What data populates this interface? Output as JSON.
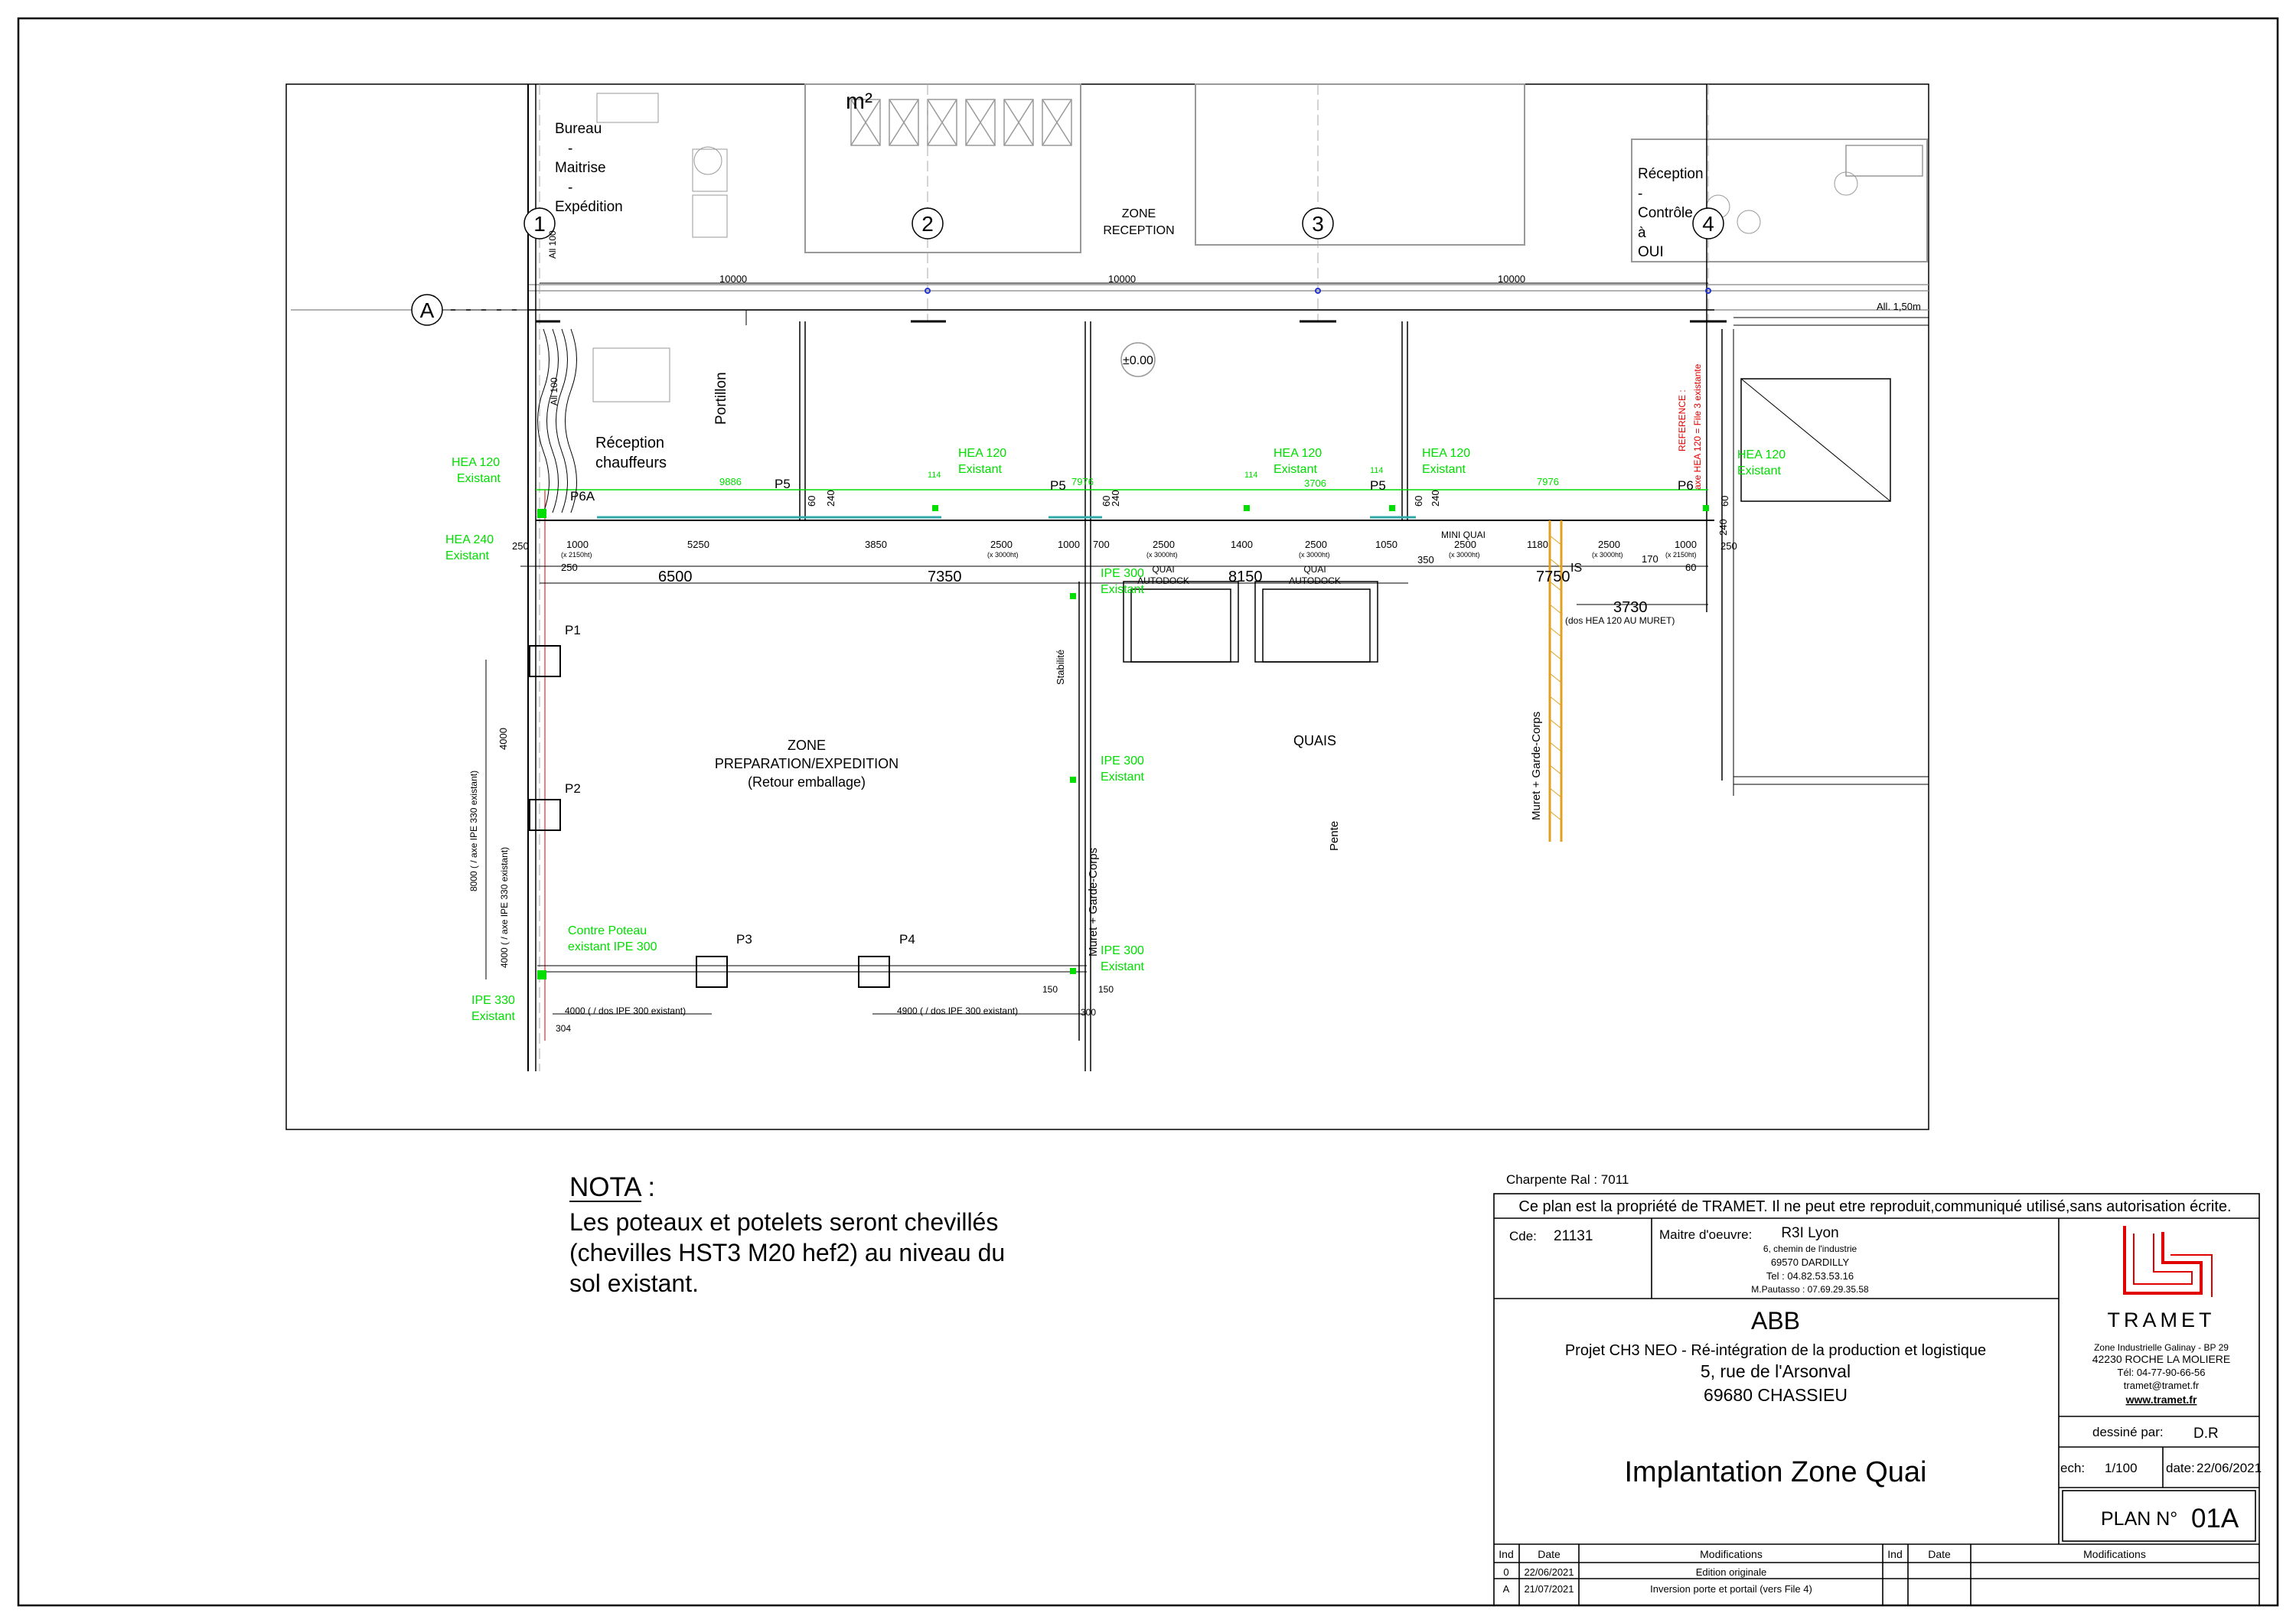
{
  "plan": {
    "axes": {
      "a1": "1",
      "a2": "2",
      "a3": "3",
      "a4": "4",
      "aA": "A"
    },
    "rooms": {
      "bureau": [
        "Bureau",
        "-",
        "Maitrise",
        "-",
        "Expédition"
      ],
      "m2": "m²",
      "zone_reception": [
        "ZONE",
        "RECEPTION"
      ],
      "reception_controle": [
        "Réception",
        "-",
        "Contrôle",
        "à",
        "OUI"
      ],
      "reception_chauffeurs": [
        "Réception",
        "chauffeurs"
      ],
      "portillon": "Portillon",
      "zone_prep": [
        "ZONE",
        "PREPARATION/EXPEDITION",
        "(Retour emballage)"
      ],
      "quais": "QUAIS",
      "pente": "Pente",
      "stabilite": "Stabilité",
      "muret1": "Muret + Garde-Corps",
      "muret2": "Muret + Garde-Corps",
      "level": "±0.00",
      "all100a": "All 100",
      "all100b": "All 100",
      "all150": "All. 1,50m",
      "mini_quai": "MINI QUAI",
      "quai1": [
        "QUAI",
        "AUTODOCK"
      ],
      "quai2": [
        "QUAI",
        "AUTODOCK"
      ],
      "reference": [
        "REFERENCE :",
        "axe HEA 120 = File 3 existante"
      ]
    },
    "green_labels": {
      "hea120_left": [
        "HEA 120",
        "Existant"
      ],
      "hea240": [
        "HEA 240",
        "Existant"
      ],
      "hea120_2": [
        "HEA 120",
        "Existant"
      ],
      "hea120_3": [
        "HEA 120",
        "Existant"
      ],
      "hea120_4": [
        "HEA 120",
        "Existant"
      ],
      "hea120_right": [
        "HEA 120",
        "Existant"
      ],
      "ipe300_1": [
        "IPE 300",
        "Existant"
      ],
      "ipe300_2": [
        "IPE 300",
        "Existant"
      ],
      "ipe300_3": [
        "IPE 300",
        "Existant"
      ],
      "contre_poteau": [
        "Contre Poteau",
        "existant IPE 300"
      ],
      "ipe330": [
        "IPE 330",
        "Existant"
      ],
      "d9886": "9886",
      "d7976a": "7976",
      "d3706": "3706",
      "d7976b": "7976",
      "d114a": "114",
      "d114b": "114",
      "d114c": "114"
    },
    "posts": {
      "p6a": "P6A",
      "p5a": "P5",
      "p5b": "P5",
      "p5c": "P5",
      "p6": "P6",
      "p1": "P1",
      "p2": "P2",
      "p3": "P3",
      "p4": "P4"
    },
    "dims": {
      "top1": "10000",
      "top2": "10000",
      "top3": "10000",
      "d250a": "250",
      "d250b": "250",
      "d250c": "250",
      "d1000a": "1000",
      "d2150a": "(x 2150ht)",
      "d5250": "5250",
      "d3850": "3850",
      "d2500a": "2500",
      "d3000a": "(x 3000ht)",
      "d1000b": "1000",
      "d700": "700",
      "d2500b": "2500",
      "d3000b": "(x 3000ht)",
      "d1400": "1400",
      "d2500c": "2500",
      "d3000c": "(x 3000ht)",
      "d1050": "1050",
      "d2500d": "2500",
      "d3000d": "(x 3000ht)",
      "d1180": "1180",
      "d2500e": "2500",
      "d3000e": "(x 3000ht)",
      "d170": "170",
      "d1000c": "1000",
      "d2150b": "(x 2150ht)",
      "d60a": "60",
      "d240a": "240",
      "d60b": "60",
      "d240b": "240",
      "d60c": "60",
      "d240c": "240",
      "d60d": "60",
      "d240d": "240",
      "d60e": "60",
      "d350": "350",
      "d6500": "6500",
      "d7350": "7350",
      "d8150": "8150",
      "d7750": "7750",
      "is": "IS",
      "d3730": "3730",
      "dos_hea": "(dos HEA 120 AU MURET)",
      "v4000a": "4000",
      "v8000": "8000 ( / axe IPE 330 existant)",
      "v4000b": "4000 ( / axe IPE 330 existant)",
      "h4000": "4000 ( / dos IPE 300 existant)",
      "h4900": "4900 ( / dos IPE 300 existant)",
      "d304": "304",
      "d150a": "150",
      "d150b": "150",
      "d300": "300"
    }
  },
  "nota": {
    "title": "NOTA :",
    "lines": [
      "Les poteaux et potelets seront chevillés",
      "(chevilles HST3 M20 hef2) au niveau du",
      "sol existant."
    ]
  },
  "titleblock": {
    "charpente": "Charpente Ral : 7011",
    "property": "Ce plan est la propriété de TRAMET. Il ne peut etre reproduit,communiqué utilisé,sans autorisation écrite.",
    "cde_label": "Cde:",
    "cde_value": "21131",
    "moe_label": "Maitre d'oeuvre:",
    "moe_name": "R3I Lyon",
    "moe_lines": [
      "6, chemin de l'industrie",
      "69570 DARDILLY",
      "Tel : 04.82.53.53.16",
      "M.Pautasso : 07.69.29.35.58"
    ],
    "client": "ABB",
    "project_lines": [
      "Projet CH3 NEO - Ré-intégration de la production et logistique",
      "5, rue de l'Arsonval",
      "69680 CHASSIEU"
    ],
    "plan_title": "Implantation Zone Quai",
    "company": "TRAMET",
    "company_lines": [
      "Zone Industrielle Galinay - BP 29",
      "42230 ROCHE LA MOLIERE",
      "Tél:   04-77-90-66-56",
      "tramet@tramet.fr"
    ],
    "company_web": "www.tramet.fr",
    "dessine_label": "dessiné par:",
    "dessine_value": "D.R",
    "ech_label": "ech:",
    "ech_value": "1/100",
    "date_label": "date:",
    "date_value": "22/06/2021",
    "plan_label": "PLAN N°",
    "plan_value": "01A",
    "rev_headers": {
      "ind": "Ind",
      "date": "Date",
      "mods": "Modifications",
      "ind2": "Ind",
      "date2": "Date",
      "mods2": "Modifications"
    },
    "revisions": [
      {
        "ind": "0",
        "date": "22/06/2021",
        "mod": "Edition originale"
      },
      {
        "ind": "A",
        "date": "21/07/2021",
        "mod": "Inversion porte et portail (vers File 4)"
      }
    ],
    "colors": {
      "red": "#e00000",
      "green": "#00dd00",
      "orange": "#e0a020"
    }
  }
}
